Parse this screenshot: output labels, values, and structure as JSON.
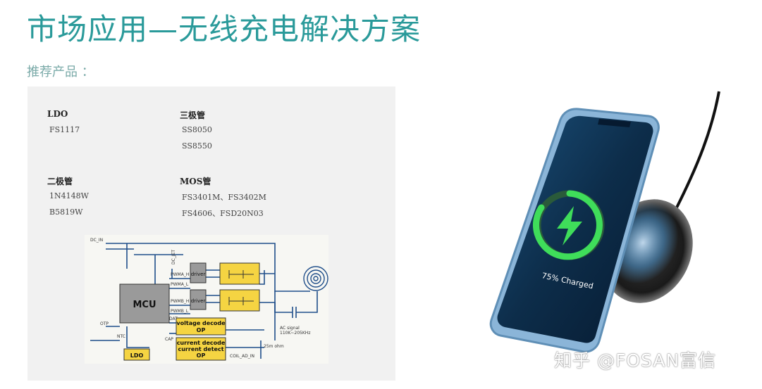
{
  "title": "市场应用—无线充电解决方案",
  "subtitle": "推荐产品 ：",
  "colors": {
    "accent": "#2a9a9a",
    "subtitle": "#7aaaa8",
    "panel": "#f1f1f1",
    "chip_yellow": "#f5d442",
    "mcu_gray": "#9a9a9a",
    "wire_blue": "#1f4e8a",
    "charge_green": "#3fdd5a"
  },
  "products": [
    {
      "category": "LDO",
      "parts": [
        "FS1117"
      ]
    },
    {
      "category": "三极管",
      "parts": [
        "SS8050",
        "SS8550"
      ]
    },
    {
      "category": "二极管",
      "parts": [
        "1N4148W",
        "B5819W"
      ]
    },
    {
      "category": "MOS管",
      "parts": [
        "FS3401M、FS3402M",
        "FS4606、FSD20N03"
      ]
    }
  ],
  "schematic": {
    "dc_in": "DC_IN",
    "mcu": "MCU",
    "driver": "driver",
    "driver2": "driver",
    "pwma_h": "PWMA_H",
    "pwma_l": "PWMA_L",
    "pwmb_h": "PWMB_H",
    "pwmb_l": "PWMB_L",
    "voltage_decode": "voltage decode",
    "voltage_op": "OP",
    "current_decode": "current decode",
    "current_detect": "current detect",
    "current_op": "OP",
    "ldo": "LDO",
    "otp": "OTP",
    "ntc": "NTC",
    "dat": "DAT",
    "cap": "CAP",
    "dc_jet": "DC_JET",
    "ac_signal": "AC signal",
    "ac_freq": "110K~205KHz",
    "shunt": "25m ohm",
    "coil_ad": "COIL_AD_IN"
  },
  "phone": {
    "charge_status": "75% Charged",
    "icon": "lightning-bolt-icon"
  },
  "watermark": "知乎 @FOSAN富信"
}
